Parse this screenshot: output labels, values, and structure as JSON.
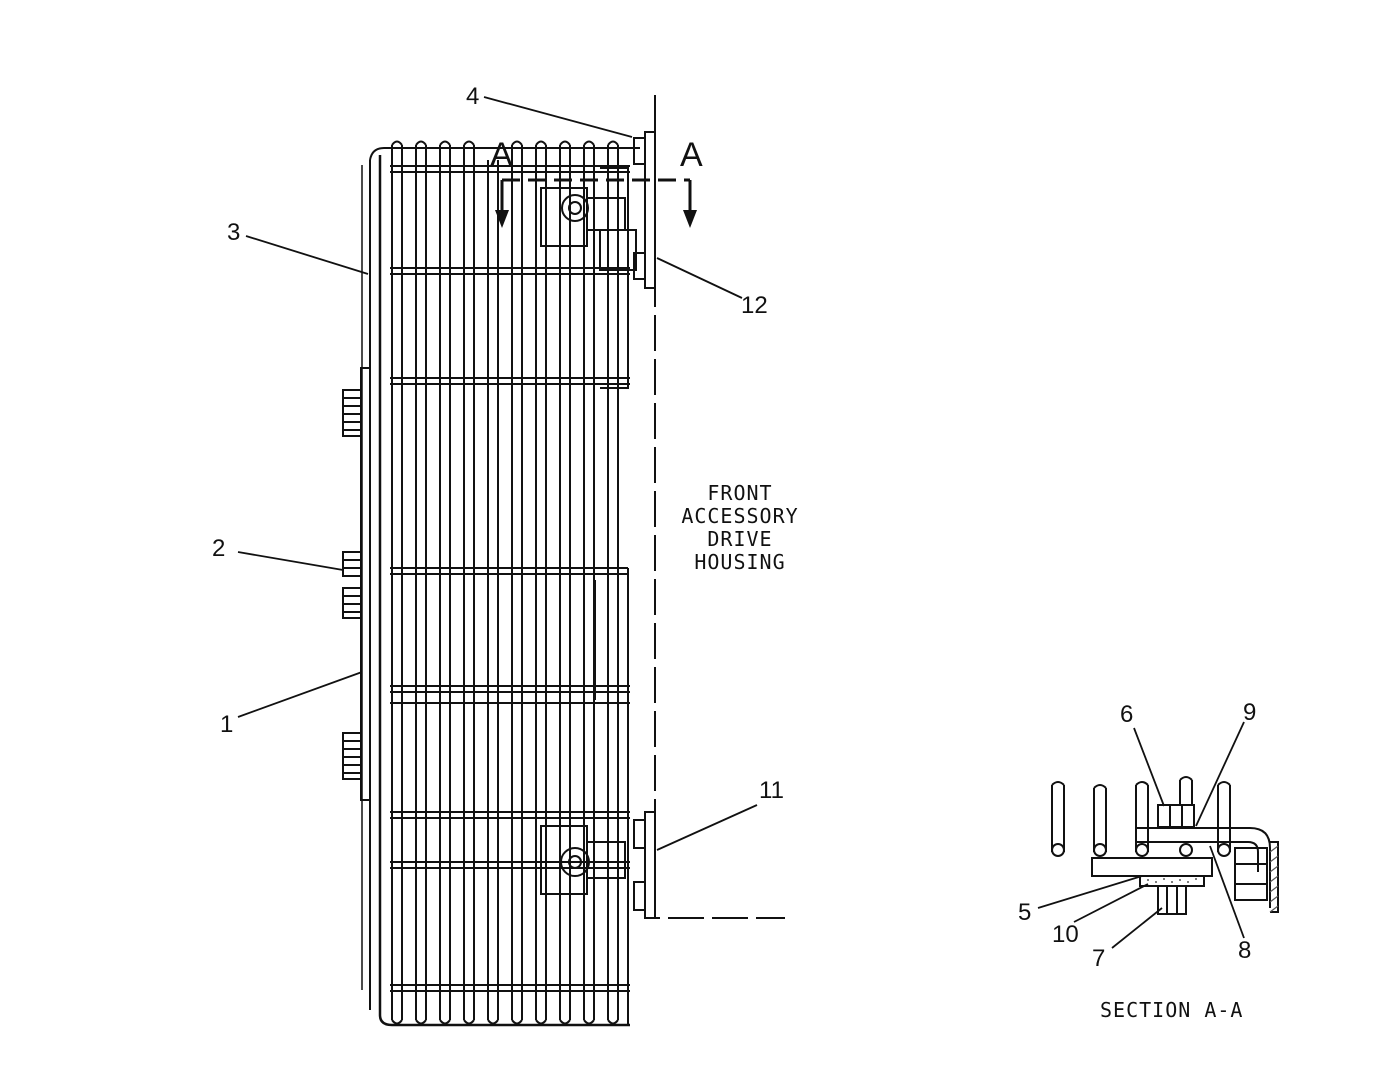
{
  "diagram": {
    "section_marker": "A",
    "housing_label": [
      "FRONT",
      "ACCESSORY",
      "DRIVE",
      "HOUSING"
    ],
    "section_label": "SECTION A-A",
    "callouts": {
      "c1": "1",
      "c2": "2",
      "c3": "3",
      "c4": "4",
      "c5": "5",
      "c6": "6",
      "c7": "7",
      "c8": "8",
      "c9": "9",
      "c10": "10",
      "c11": "11",
      "c12": "12"
    }
  },
  "colors": {
    "ink": "#111111",
    "paper": "#ffffff",
    "hatch": "#555555"
  }
}
